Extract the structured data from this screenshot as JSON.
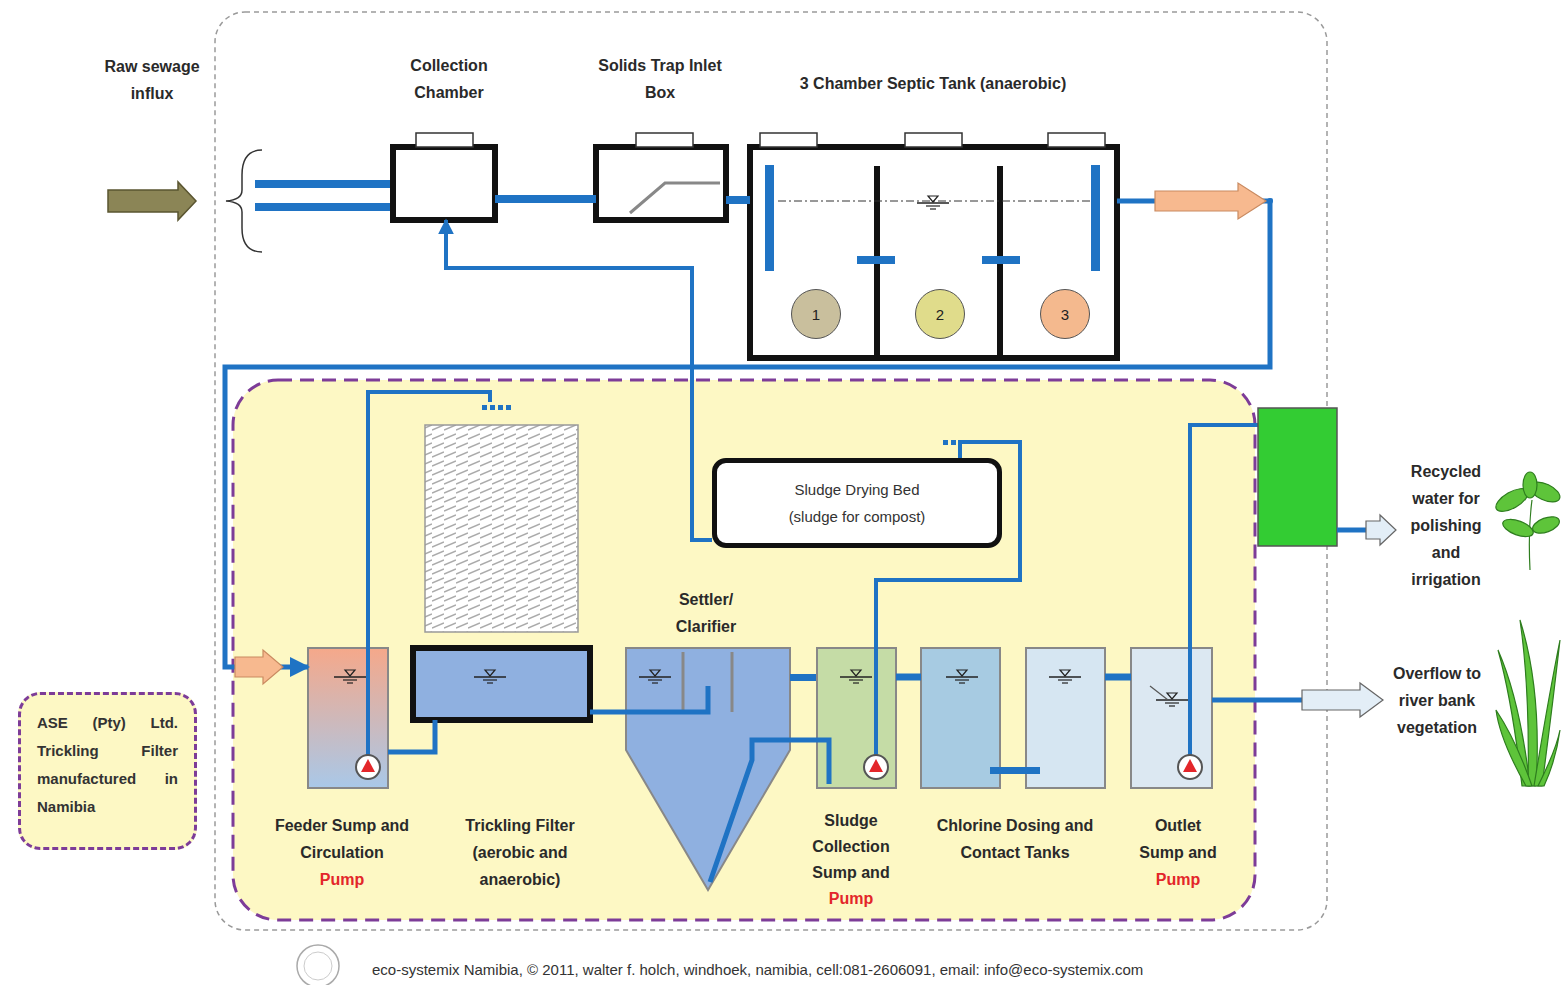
{
  "diagram": {
    "nodes": [
      {
        "text": [
          "Collection Chamber"
        ]
      },
      {
        "text": [
          "Solids Trap Inlet Box"
        ]
      },
      {
        "text": [
          "3 Chamber Septic Tank (anaerobic)"
        ]
      },
      {
        "text": [
          "1"
        ],
        "in": 2
      },
      {
        "text": [
          "2"
        ],
        "in": 2
      },
      {
        "text": [
          "3"
        ],
        "in": 2
      },
      {
        "text": [
          "Sludge Drying Bed",
          "(sludge for compost)"
        ]
      },
      {
        "text": [
          "Settler/ Clarifier"
        ]
      },
      {
        "text": [
          "ASE (Pty) Ltd. Trickling Filter manufactured in Namibia"
        ]
      },
      {
        "text": [
          "Feeder Sump and Circulation",
          "Pump"
        ]
      },
      {
        "text": [
          "Trickling Filter (aerobic and anaerobic)"
        ]
      },
      {
        "text": [
          "Sludge Collection Sump and",
          "Pump"
        ]
      },
      {
        "text": [
          "Chlorine Dosing and Contact Tanks"
        ]
      },
      {
        "text": [
          "Outlet Sump and",
          "Pump"
        ]
      }
    ],
    "edges": [
      {
        "from": 0,
        "to": 1,
        "arrow": "none"
      },
      {
        "from": 1,
        "to": 2,
        "arrow": "none"
      },
      {
        "from": 2,
        "to": 9,
        "arrow": "to"
      },
      {
        "from": 9,
        "to": 10,
        "arrow": "none"
      },
      {
        "from": 10,
        "to": 7,
        "arrow": "none"
      },
      {
        "from": 7,
        "to": 11,
        "arrow": "none"
      },
      {
        "from": 11,
        "to": 6,
        "arrow": "none"
      },
      {
        "from": 6,
        "to": 0,
        "arrow": "to"
      },
      {
        "from": 11,
        "to": 12,
        "arrow": "none"
      },
      {
        "from": 12,
        "to": 13,
        "arrow": "none"
      }
    ],
    "labels": [
      "Raw sewage influx",
      "Recycled water for polishing and irrigation",
      "Overflow to river bank vegetation",
      "eco-systemix Namibia, © 2011, walter f. holch, windhoek, namibia, cell:081-2606091, email: info@eco-systemix.com"
    ]
  }
}
